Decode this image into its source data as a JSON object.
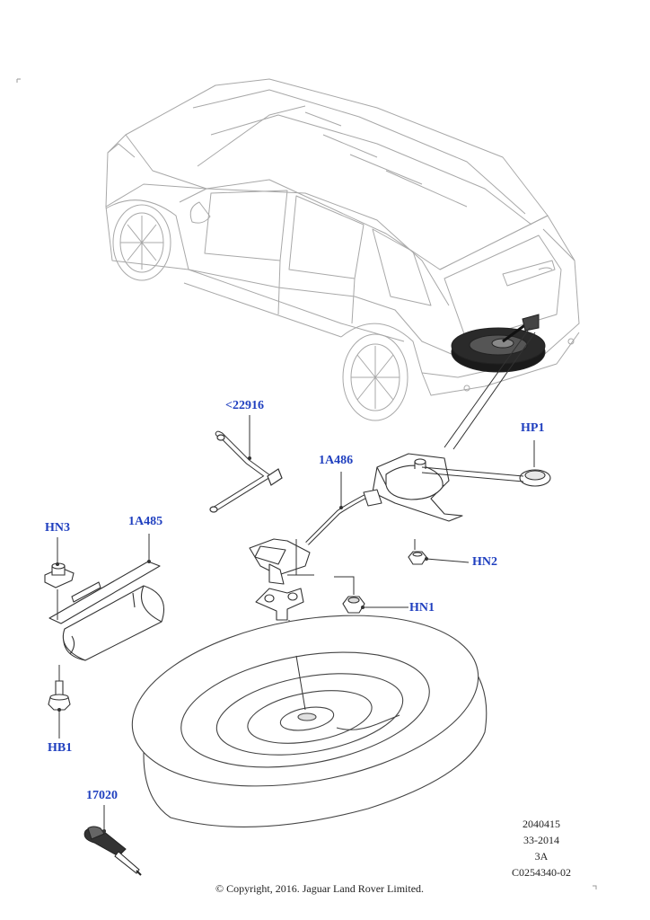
{
  "callouts": {
    "c22916": "<22916",
    "c1A486": "1A486",
    "cHP1": "HP1",
    "cHN3": "HN3",
    "c1A485": "1A485",
    "cHN2": "HN2",
    "cHN1": "HN1",
    "cHB1": "HB1",
    "c17020": "17020"
  },
  "doc_info": [
    "2040415",
    "33-2014",
    "3A",
    "C0254340-02"
  ],
  "copyright": "© Copyright, 2016. Jaguar Land Rover Limited.",
  "colors": {
    "callout": "#1f3fbf",
    "line_light": "#9a9a9a",
    "line_dark": "#333333"
  }
}
